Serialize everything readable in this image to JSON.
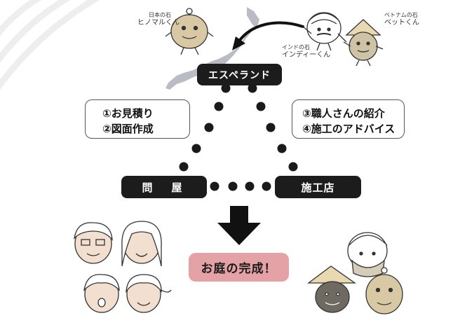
{
  "nodes": {
    "esperanto": "エスペランド",
    "wholesaler": "問　屋",
    "contractor": "施工店",
    "goal": "お庭の完成！"
  },
  "services_left": [
    "①お見積り",
    "②図面作成"
  ],
  "services_right": [
    "③職人さんの紹介",
    "④施工のアドバイス"
  ],
  "characters": {
    "japan": {
      "small": "日本の石",
      "name": "ヒノマルくん"
    },
    "india": {
      "small": "インドの石",
      "name": "インディーくん"
    },
    "vietnam": {
      "small": "ベトナムの石",
      "name": "ベットくん"
    }
  },
  "colors": {
    "node_bg": "#1c1c1c",
    "goal_bg": "#e5a2a6",
    "dot": "#1a1a1a"
  }
}
